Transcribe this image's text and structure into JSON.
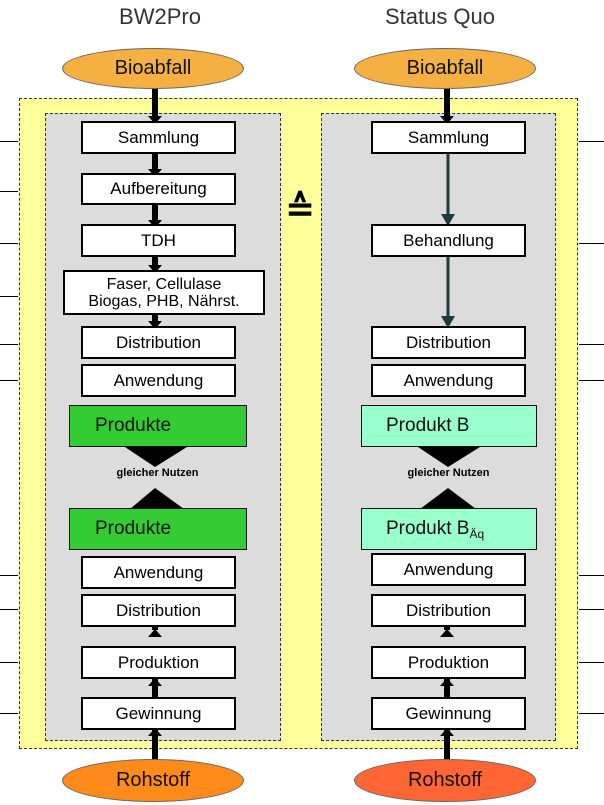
{
  "columns": {
    "left": {
      "title": "BW2Pro",
      "top_ellipse": "Bioabfall",
      "bottom_ellipse": "Rohstoff",
      "steps_upper": [
        "Sammlung",
        "Aufbereitung",
        "TDH"
      ],
      "products_line1": "Faser, Cellulase",
      "products_line2": "Biogas, PHB, Nährst.",
      "steps_after": [
        "Distribution",
        "Anwendung"
      ],
      "product_top": "Produkte",
      "product_bottom": "Produkte",
      "steps_lower": [
        "Anwendung",
        "Distribution",
        "Produktion",
        "Gewinnung"
      ]
    },
    "right": {
      "title": "Status Quo",
      "top_ellipse": "Bioabfall",
      "bottom_ellipse": "Rohstoff",
      "steps_upper": [
        "Sammlung",
        "Behandlung",
        "Distribution",
        "Anwendung"
      ],
      "product_top": "Produkt B",
      "product_bottom": "Produkt B",
      "product_bottom_sub": "Äq",
      "steps_lower": [
        "Anwendung",
        "Distribution",
        "Produktion",
        "Gewinnung"
      ]
    }
  },
  "equal_nutzen": "gleicher Nutzen",
  "equivalence_symbol": "≙",
  "colors": {
    "frame": "#ffff99",
    "panel": "#dcdcdc",
    "ellipse_top": "#f5b041",
    "ellipse_bottom_left": "#ff8c1a",
    "ellipse_bottom_right": "#ff6633",
    "product_left": "#33cc33",
    "product_right": "#99ffcc"
  }
}
